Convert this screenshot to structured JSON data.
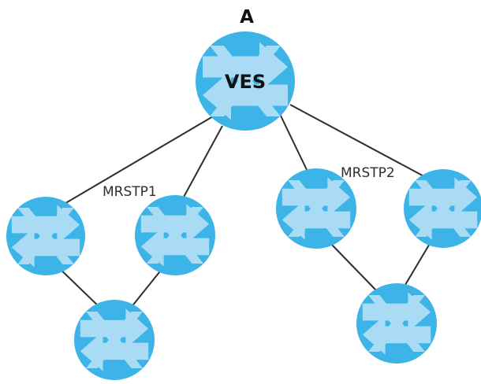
{
  "diagram": {
    "title": "A",
    "root_label": "VES",
    "group_labels": {
      "left": "MRSTP1",
      "right": "MRSTP2"
    }
  },
  "colors": {
    "switch_fill": "#3db4e8",
    "switch_arrow": "#a9dcf4",
    "link": "#2e2e2e"
  },
  "nodes": [
    {
      "id": "root",
      "icon": "network-switch-icon"
    },
    {
      "id": "left-a",
      "icon": "network-switch-icon"
    },
    {
      "id": "left-b",
      "icon": "network-switch-icon"
    },
    {
      "id": "left-c",
      "icon": "network-switch-icon"
    },
    {
      "id": "right-a",
      "icon": "network-switch-icon"
    },
    {
      "id": "right-b",
      "icon": "network-switch-icon"
    },
    {
      "id": "right-c",
      "icon": "network-switch-icon"
    }
  ]
}
